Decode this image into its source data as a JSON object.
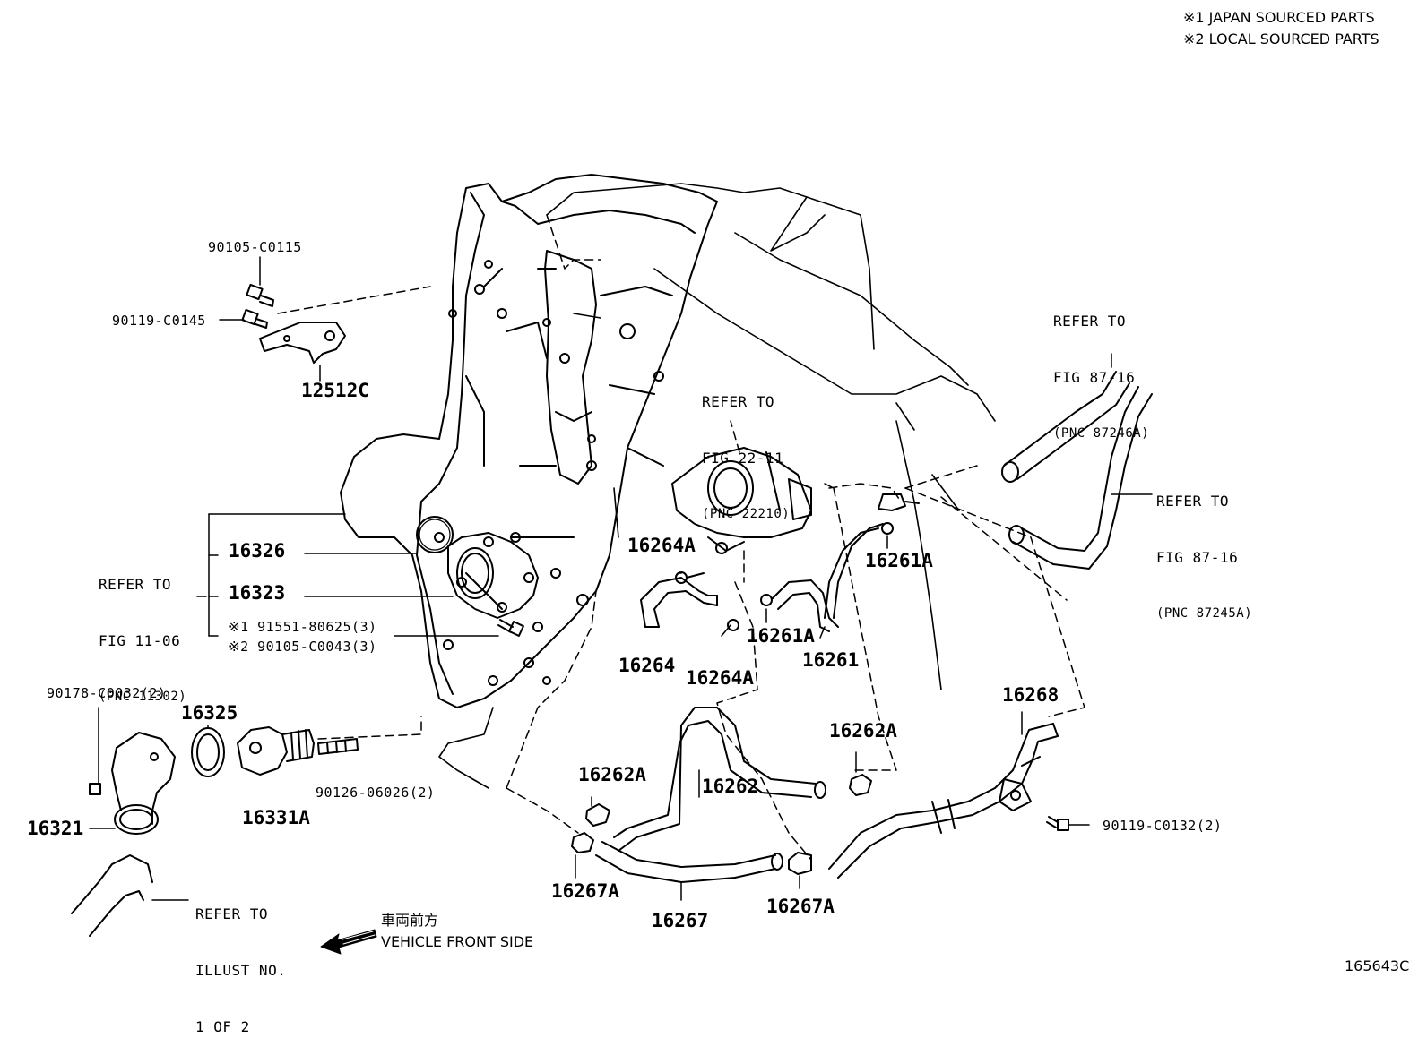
{
  "notes": {
    "note1": "※1 JAPAN SOURCED PARTS",
    "note2": "※2 LOCAL SOURCED PARTS"
  },
  "references": {
    "fig_22_11": [
      "REFER TO",
      "FIG 22-11",
      "(PNC 22210)"
    ],
    "fig_87_16_a": [
      "REFER TO",
      "FIG 87-16",
      "(PNC 87246A)"
    ],
    "fig_87_16_b": [
      "REFER TO",
      "FIG 87-16",
      "(PNC 87245A)"
    ],
    "fig_11_06": [
      "REFER TO",
      "FIG 11-06",
      "(PNC 11302)"
    ],
    "illust_no": [
      "REFER TO",
      "ILLUST NO.",
      "1 OF 2"
    ]
  },
  "parts": {
    "p90105_c0115": "90105-C0115",
    "p90119_c0145": "90119-C0145",
    "p12512c": "12512C",
    "p16326": "16326",
    "p16323": "16323",
    "p91551": "※1 91551-80625(3)",
    "p90105_c0043": "※2 90105-C0043(3)",
    "p90178": "90178-C0032(2)",
    "p16325": "16325",
    "p16331a": "16331A",
    "p90126": "90126-06026(2)",
    "p16321": "16321",
    "p16264a_top": "16264A",
    "p16264": "16264",
    "p16264a_bot": "16264A",
    "p16261a_right": "16261A",
    "p16261a_mid": "16261A",
    "p16261": "16261",
    "p16268": "16268",
    "p16262a_right": "16262A",
    "p16262a_left": "16262A",
    "p16262": "16262",
    "p90119_c0132": "90119-C0132(2)",
    "p16267a_left": "16267A",
    "p16267": "16267",
    "p16267a_right": "16267A"
  },
  "direction": {
    "jp": "車両前方",
    "en": "VEHICLE FRONT SIDE",
    "icon": "arrow-icon"
  },
  "figure_id": "165643C"
}
